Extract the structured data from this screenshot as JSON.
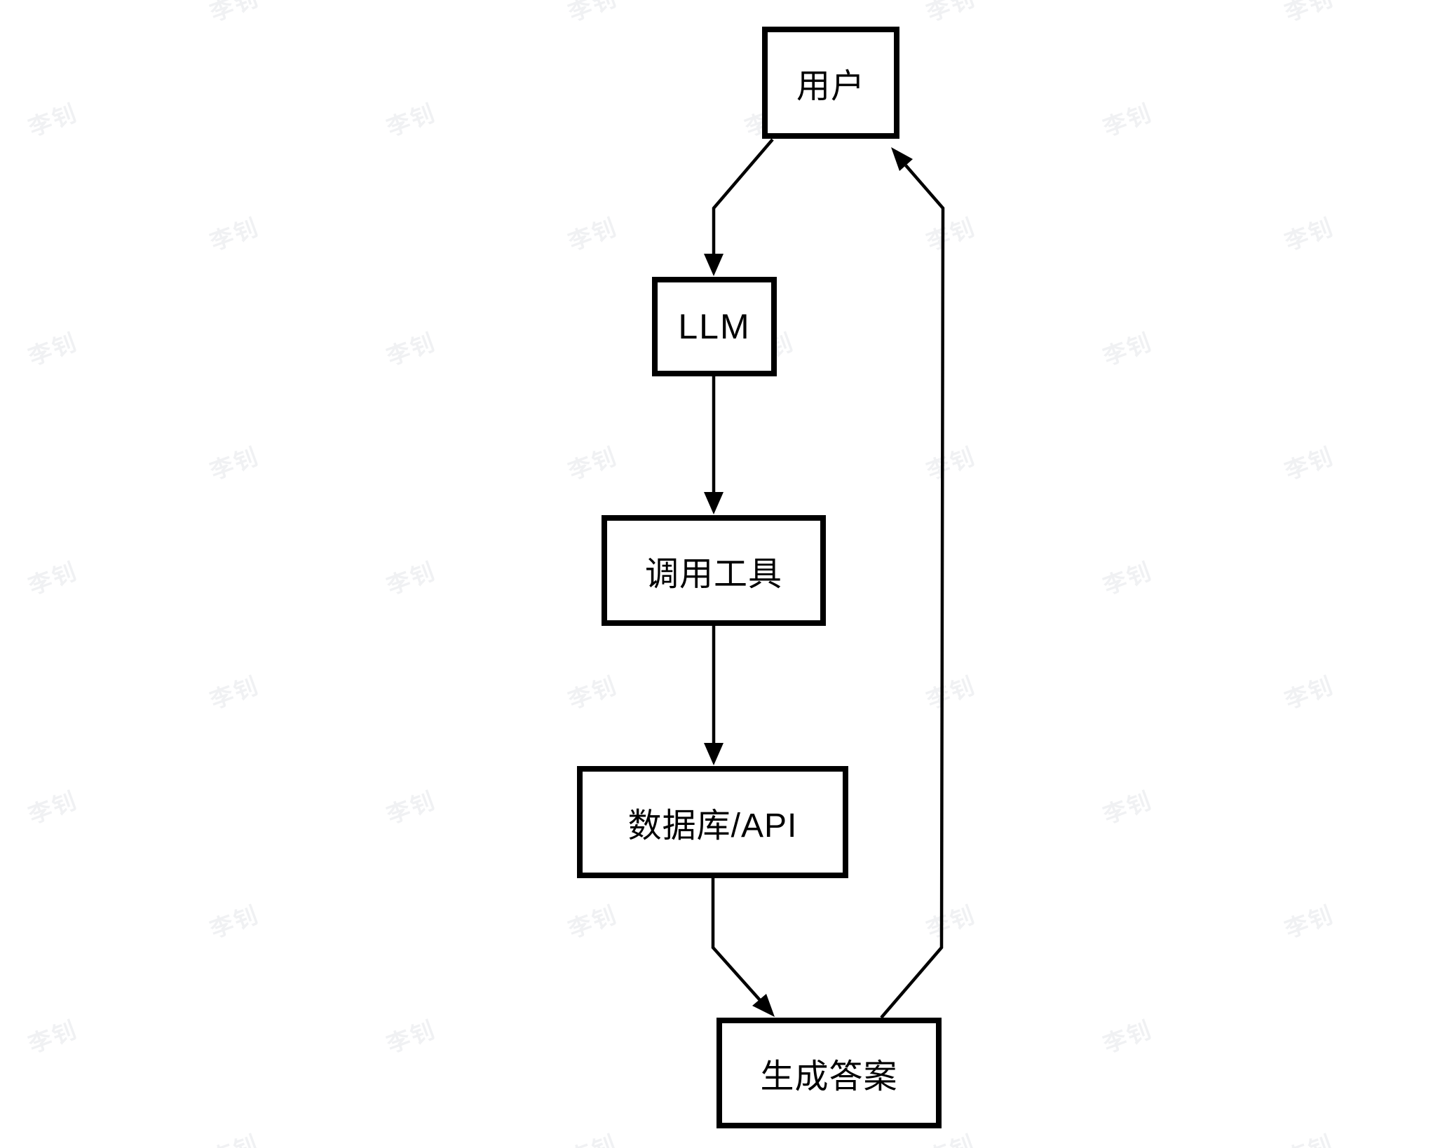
{
  "diagram": {
    "type": "flowchart",
    "nodes": [
      {
        "id": "user",
        "label": "用户"
      },
      {
        "id": "llm",
        "label": "LLM"
      },
      {
        "id": "tool",
        "label": "调用工具"
      },
      {
        "id": "db",
        "label": "数据库/API"
      },
      {
        "id": "answer",
        "label": "生成答案"
      }
    ],
    "edges": [
      {
        "from": "用户",
        "to": "LLM"
      },
      {
        "from": "LLM",
        "to": "调用工具"
      },
      {
        "from": "调用工具",
        "to": "数据库/API"
      },
      {
        "from": "数据库/API",
        "to": "生成答案"
      },
      {
        "from": "生成答案",
        "to": "用户"
      }
    ],
    "colors": {
      "background": "#ffffff",
      "stroke": "#000000",
      "node_fill": "#ffffff",
      "watermark": "#f0f1f3"
    }
  },
  "watermark": {
    "text": "李钊"
  }
}
